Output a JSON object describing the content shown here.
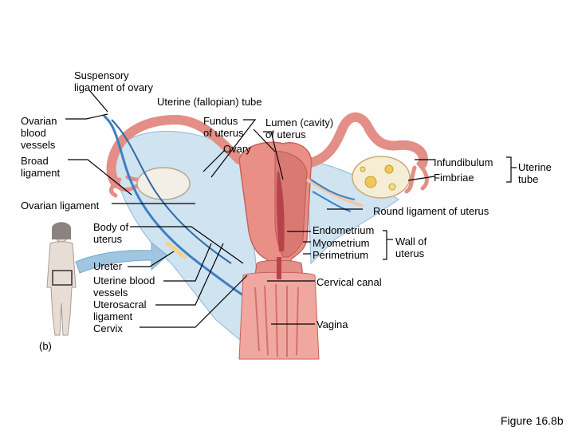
{
  "figure_label": "Figure 16.8b",
  "panel_label": "(b)",
  "labels": {
    "suspensory_ligament": "Suspensory\nligament of ovary",
    "uterine_tube_top": "Uterine (fallopian) tube",
    "ovarian_blood_vessels": "Ovarian\nblood\nvessels",
    "broad_ligament": "Broad\nligament",
    "fundus": "Fundus\nof uterus",
    "lumen": "Lumen (cavity)\nof uterus",
    "ovary": "Ovary",
    "infundibulum": "Infundibulum",
    "fimbriae": "Fimbriae",
    "uterine_tube_right": "Uterine\ntube",
    "ovarian_ligament": "Ovarian ligament",
    "round_ligament": "Round ligament of uterus",
    "body_of_uterus": "Body of\nuterus",
    "endometrium": "Endometrium",
    "myometrium": "Myometrium",
    "perimetrium": "Perimetrium",
    "wall_of_uterus": "Wall of\nuterus",
    "ureter": "Ureter",
    "uterine_blood_vessels": "Uterine blood\nvessels",
    "uterosacral_ligament": "Uterosacral\nligament",
    "cervix": "Cervix",
    "cervical_canal": "Cervical canal",
    "vagina": "Vagina"
  },
  "colors": {
    "uterus": "#e98f86",
    "uterus_dark": "#c9625c",
    "lumen": "#b8424a",
    "ligament": "#b9d7ea",
    "vessel": "#3f7fc2",
    "ovary": "#f6eed4",
    "leader_line": "#000000"
  }
}
